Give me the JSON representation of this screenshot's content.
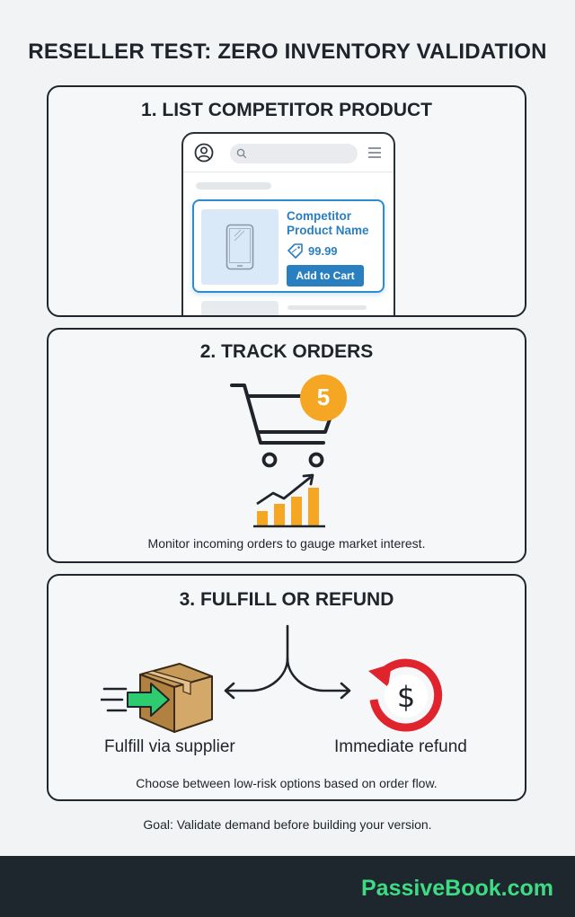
{
  "title": "RESELLER TEST: ZERO INVENTORY VALIDATION",
  "step1": {
    "title": "1. LIST COMPETITOR PRODUCT",
    "product_name": "Competitor Product Name",
    "price": "99.99",
    "button_label": "Add to Cart"
  },
  "step2": {
    "title": "2. TRACK ORDERS",
    "order_count": "5",
    "caption": "Monitor incoming orders to gauge market interest."
  },
  "step3": {
    "title": "3. FULFILL OR REFUND",
    "option_left": "Fulfill via supplier",
    "option_right": "Immediate refund",
    "caption": "Choose between low-risk options based on order flow."
  },
  "goal": "Goal: Validate demand before building your version.",
  "brand": "PassiveBook.com",
  "colors": {
    "accent_blue": "#2a7fc0",
    "badge_orange": "#f5a623",
    "refund_red": "#e0242e",
    "fulfill_green": "#2ecc71",
    "brand_green": "#3ddc84",
    "footer_bg": "#1e272e"
  }
}
